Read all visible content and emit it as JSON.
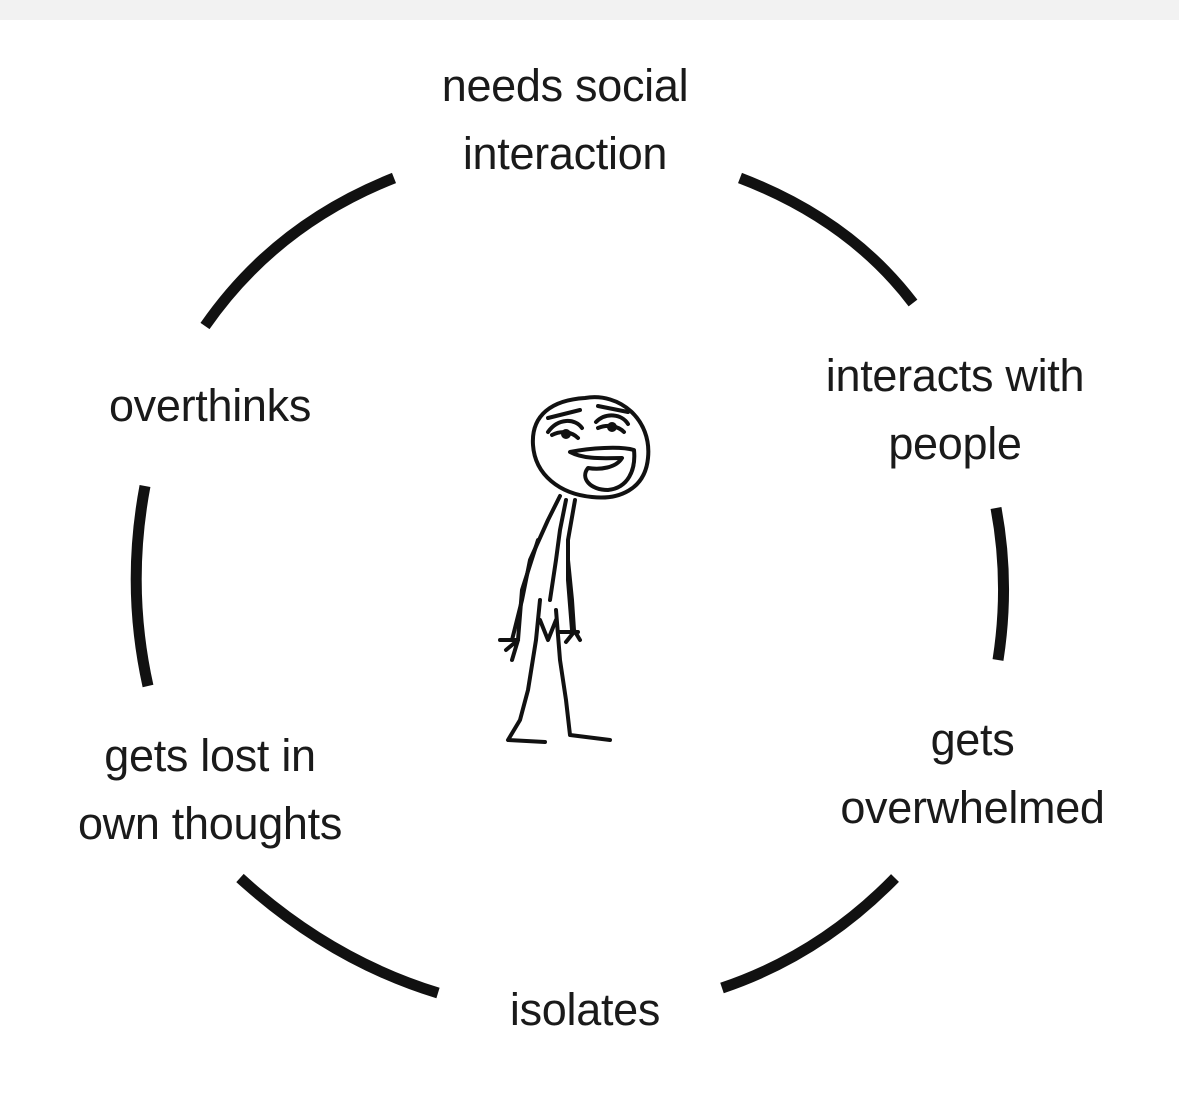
{
  "diagram": {
    "stages": [
      {
        "id": "needs-social-interaction",
        "lines": [
          "needs social",
          "interaction"
        ]
      },
      {
        "id": "interacts-with-people",
        "lines": [
          "interacts with",
          "people"
        ]
      },
      {
        "id": "gets-overwhelmed",
        "lines": [
          "gets",
          "overwhelmed"
        ]
      },
      {
        "id": "isolates",
        "lines": [
          "isolates"
        ]
      },
      {
        "id": "gets-lost-in-own-thoughts",
        "lines": [
          "gets lost in",
          "own thoughts"
        ]
      },
      {
        "id": "overthinks",
        "lines": [
          "overthinks"
        ]
      }
    ],
    "center_figure": "stick-figure-meme-face",
    "colors": {
      "background": "#ffffff",
      "top_strip": "#f2f2f2",
      "stroke": "#111111",
      "text": "#1a1a1a"
    }
  }
}
